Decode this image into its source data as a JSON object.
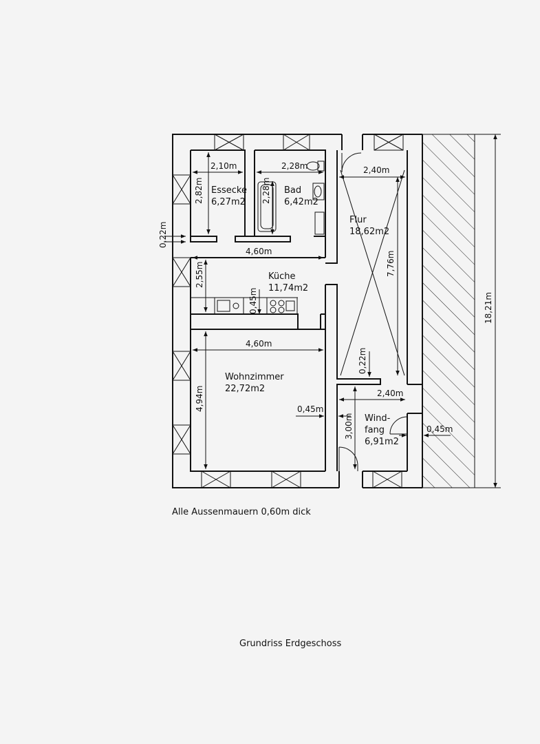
{
  "rooms": {
    "essecke": {
      "name": "Essecke",
      "area": "6,27m2"
    },
    "bad": {
      "name": "Bad",
      "area": "6,42m2"
    },
    "flur": {
      "name": "Flur",
      "area": "18,62m2"
    },
    "kueche": {
      "name": "Küche",
      "area": "11,74m2"
    },
    "wohnzimmer": {
      "name": "Wohnzimmer",
      "area": "22,72m2"
    },
    "windfang": {
      "name_line1": "Wind-",
      "name_line2": "fang",
      "area": "6,91m2"
    }
  },
  "dimensions": {
    "essecke_width": "2,10m",
    "essecke_depth": "2,82m",
    "bad_width": "2,28m",
    "bad_depth": "2,28m",
    "flur_width": "2,40m",
    "flur_length": "7,76m",
    "wall_thickness_left": "0,22m",
    "kueche_width": "4,60m",
    "kueche_depth": "2,55m",
    "kueche_counter": "0,45m",
    "wohnzimmer_width": "4,60m",
    "wohnzimmer_depth": "4,94m",
    "flur_wall": "0,22m",
    "windfang_width": "2,40m",
    "windfang_depth": "3,00m",
    "wall_thickness_inner": "0,45m",
    "wall_thickness_outer": "0,45m",
    "total_length": "18,21m"
  },
  "notes": {
    "exterior_walls": "Alle Aussenmauern 0,60m dick",
    "title": "Grundriss Erdgeschoss"
  }
}
